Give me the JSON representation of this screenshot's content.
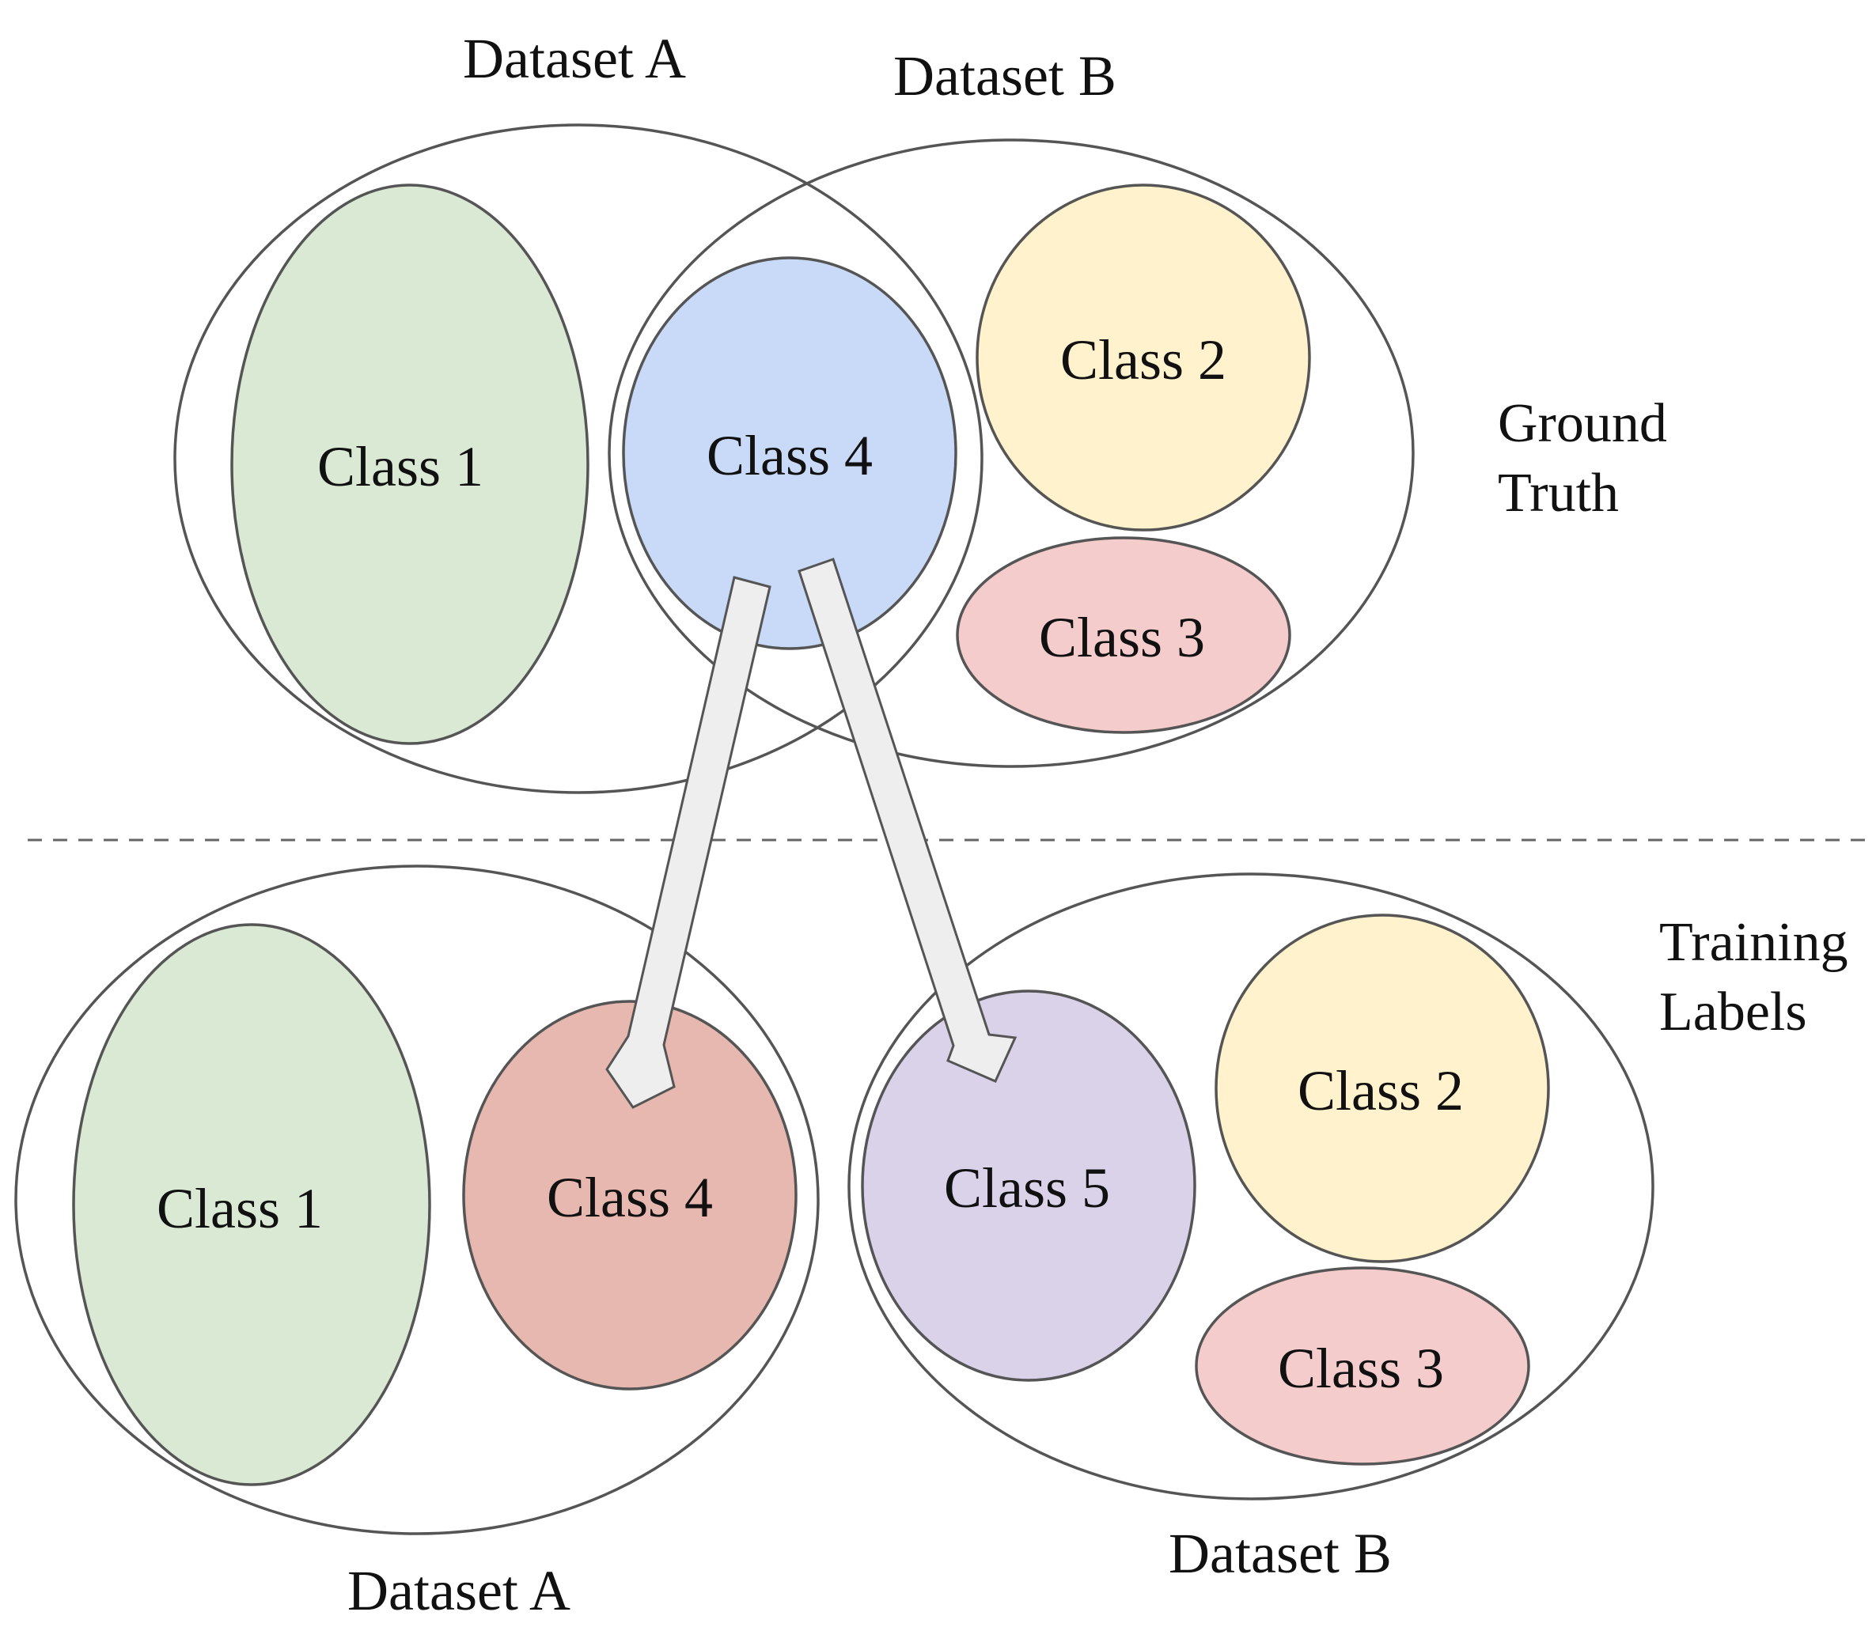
{
  "top": {
    "dataset_a_label": "Dataset A",
    "dataset_b_label": "Dataset B",
    "side_label_line1": "Ground",
    "side_label_line2": "Truth",
    "class_1": "Class 1",
    "class_2": "Class 2",
    "class_3": "Class 3",
    "class_4": "Class 4"
  },
  "bottom": {
    "dataset_a_label": "Dataset A",
    "dataset_b_label": "Dataset B",
    "side_label_line1": "Training",
    "side_label_line2": "Labels",
    "class_1": "Class 1",
    "class_2": "Class 2",
    "class_3": "Class 3",
    "class_4": "Class 4",
    "class_5": "Class 5"
  },
  "colors": {
    "class_1": "#d9e9d3",
    "class_2": "#fff2cc",
    "class_3": "#f4cccc",
    "class_4_ground_truth": "#c9daf8",
    "class_4_training": "#e6b8af",
    "class_5": "#d9d2e9",
    "arrow_fill": "#eeeeee",
    "outline": "#555555"
  }
}
